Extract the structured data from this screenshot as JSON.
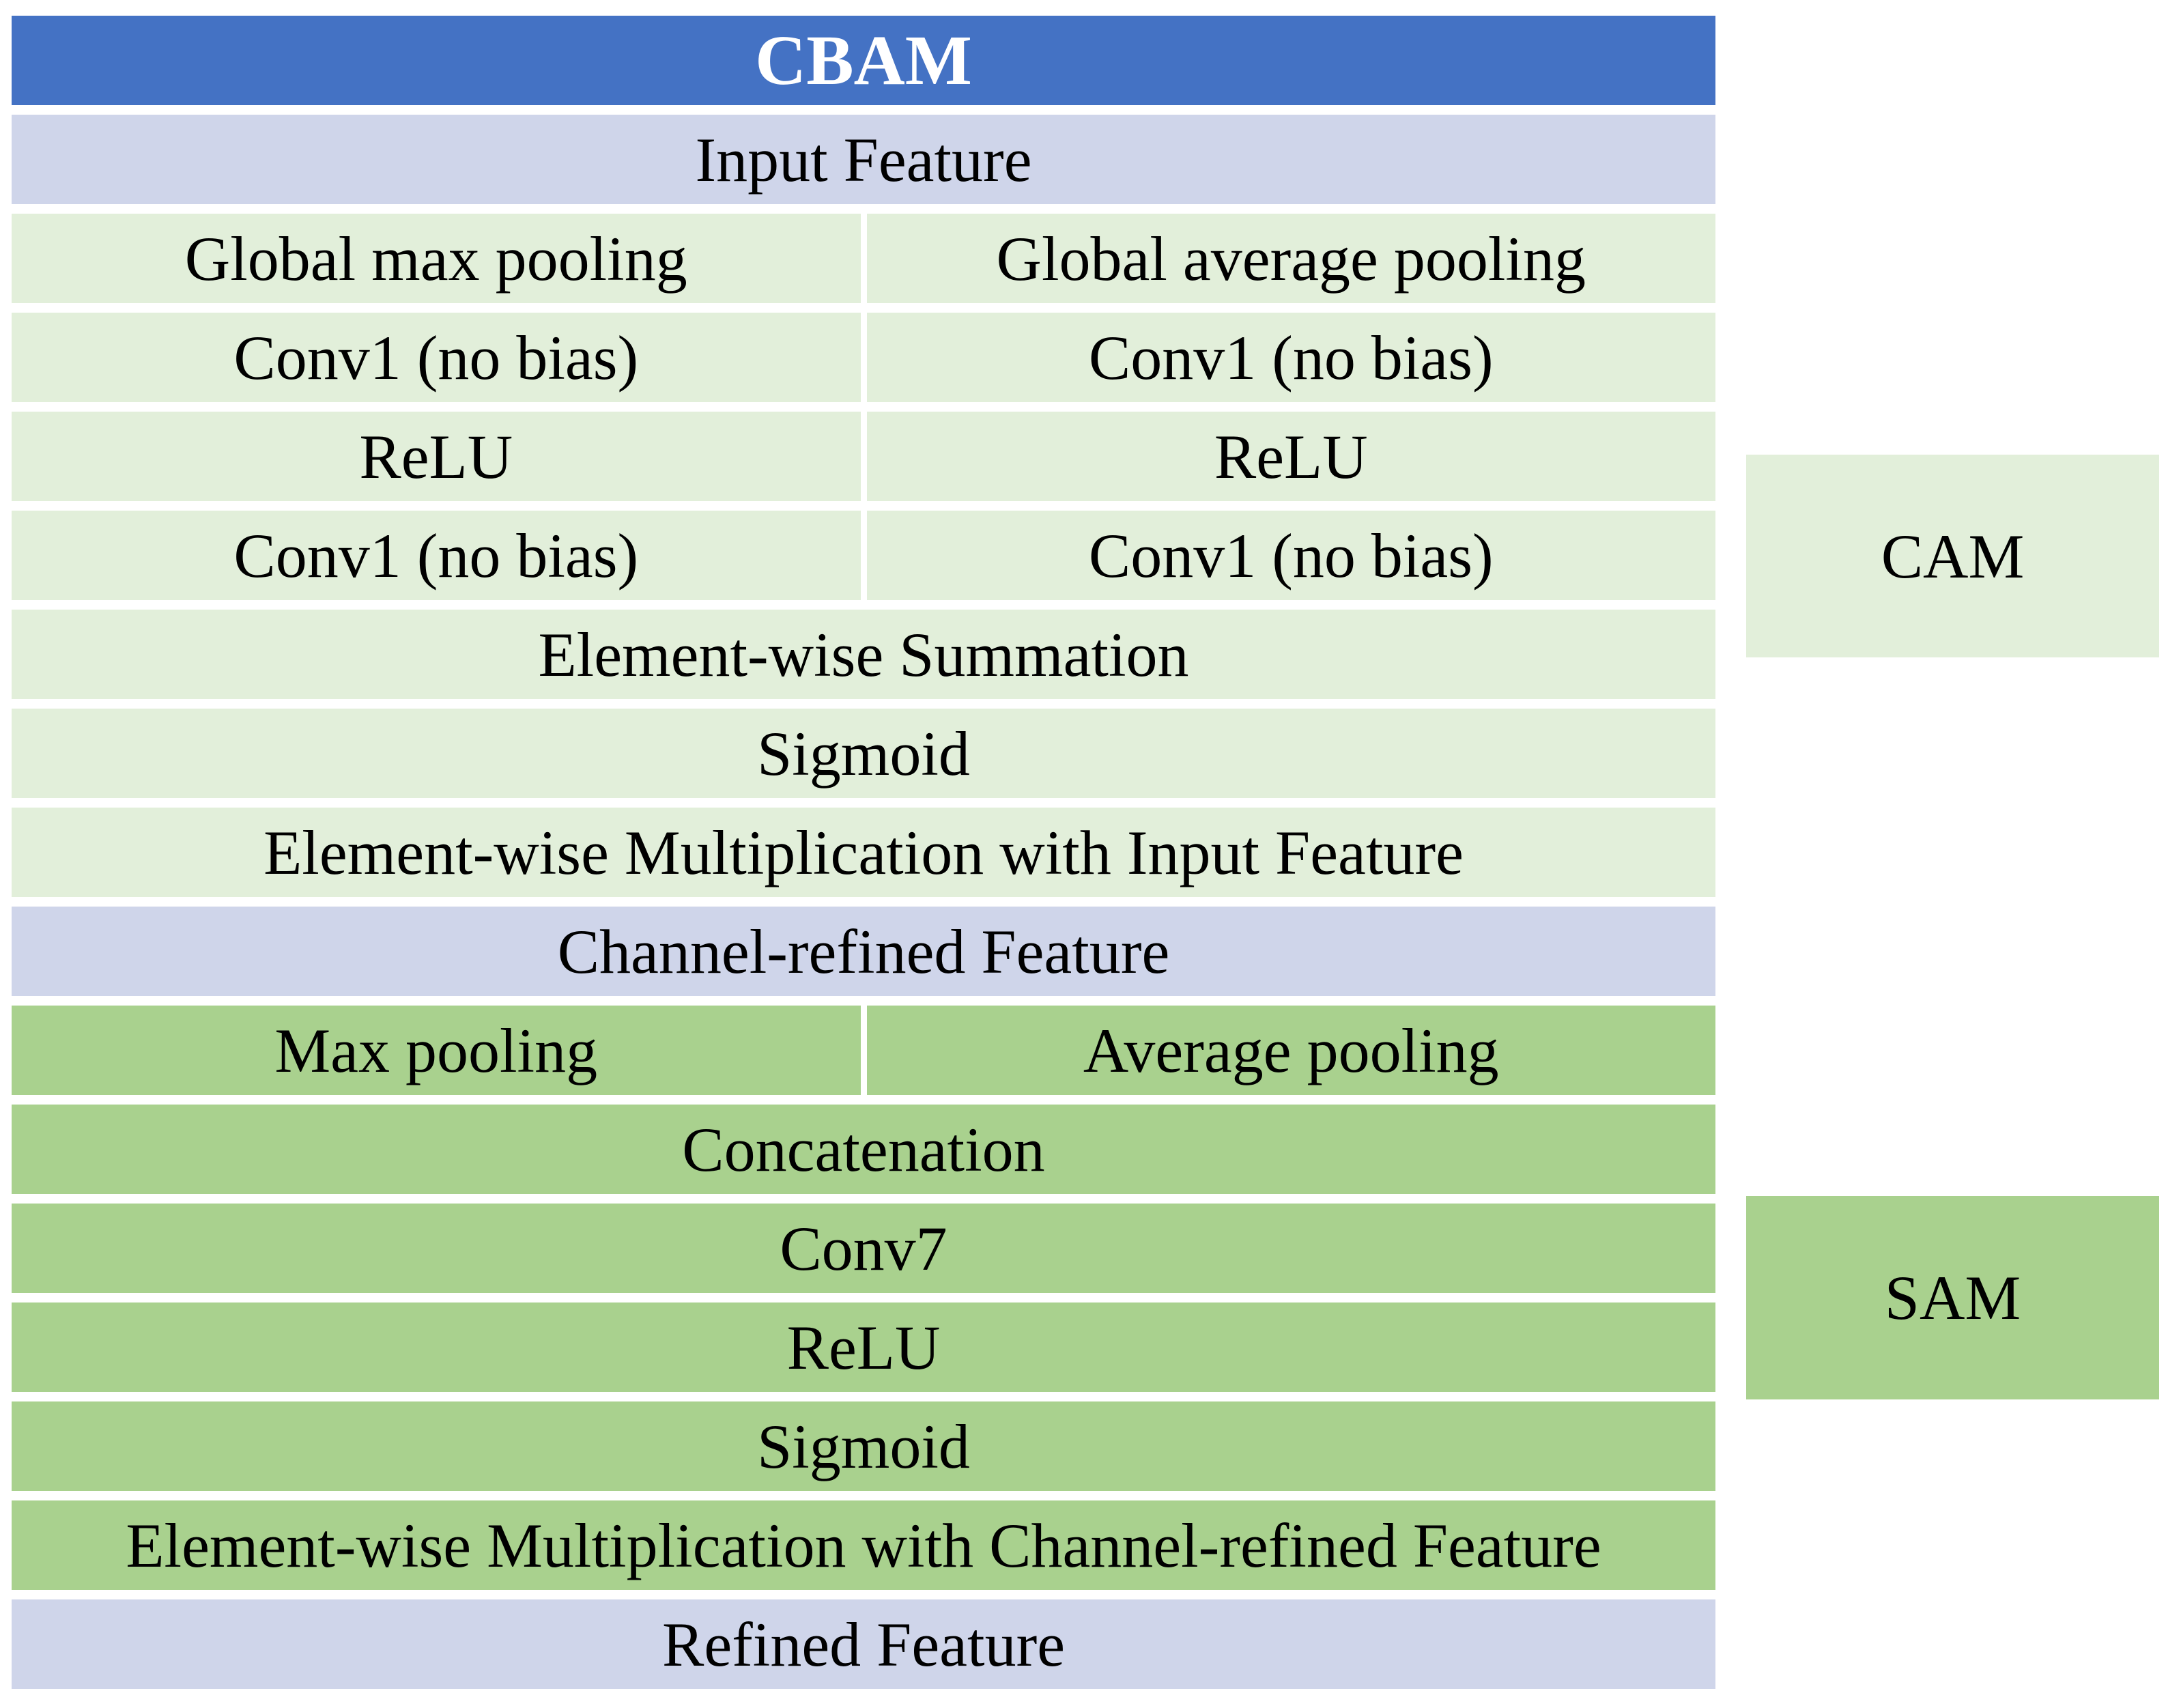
{
  "colors": {
    "header-blue": "#4472C4",
    "lavender": "#CFD5EA",
    "light-green": "#E2EFDA",
    "medium-green": "#A9D18E",
    "text": "#000000",
    "header-text": "#FFFFFF",
    "background": "#FFFFFF"
  },
  "table": {
    "header": {
      "label": "CBAM"
    },
    "rows": [
      {
        "cells": [
          "Input Feature"
        ]
      },
      {
        "cells": [
          "Global max pooling",
          "Global average pooling"
        ]
      },
      {
        "cells": [
          "Conv1 (no bias)",
          "Conv1 (no bias)"
        ]
      },
      {
        "cells": [
          "ReLU",
          "ReLU"
        ]
      },
      {
        "cells": [
          "Conv1 (no bias)",
          "Conv1 (no bias)"
        ]
      },
      {
        "cells": [
          "Element-wise Summation"
        ]
      },
      {
        "cells": [
          "Sigmoid"
        ]
      },
      {
        "cells": [
          "Element-wise Multiplication with Input Feature"
        ]
      },
      {
        "cells": [
          "Channel-refined Feature"
        ]
      },
      {
        "cells": [
          "Max pooling",
          "Average pooling"
        ]
      },
      {
        "cells": [
          "Concatenation"
        ]
      },
      {
        "cells": [
          "Conv7"
        ]
      },
      {
        "cells": [
          "ReLU"
        ]
      },
      {
        "cells": [
          "Sigmoid"
        ]
      },
      {
        "cells": [
          "Element-wise Multiplication with Channel-refined Feature"
        ]
      },
      {
        "cells": [
          "Refined Feature"
        ]
      }
    ]
  },
  "side_labels": {
    "cam": "CAM",
    "sam": "SAM"
  }
}
